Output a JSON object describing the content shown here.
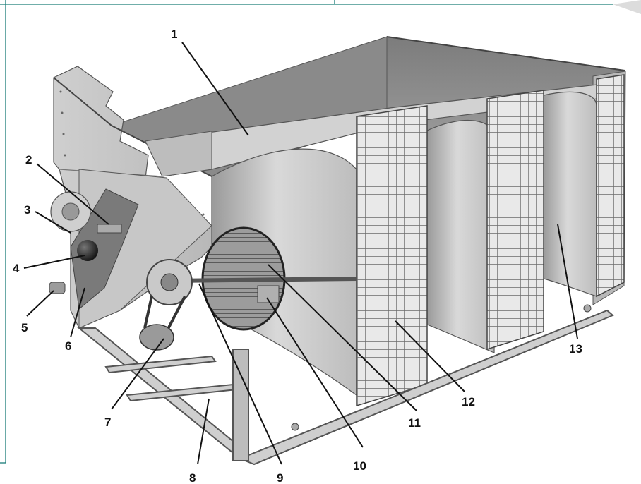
{
  "figure": {
    "callouts": [
      "1",
      "2",
      "3",
      "4",
      "5",
      "6",
      "7",
      "8",
      "9",
      "10",
      "11",
      "12",
      "13"
    ]
  },
  "colors": {
    "frame": "#1a7d78",
    "casing_light": "#d6d6d6",
    "casing_mid": "#bcbcbc",
    "casing_dark": "#8e8e8e",
    "interior_shadow": "#6e6e6e",
    "leader": "#111111"
  }
}
